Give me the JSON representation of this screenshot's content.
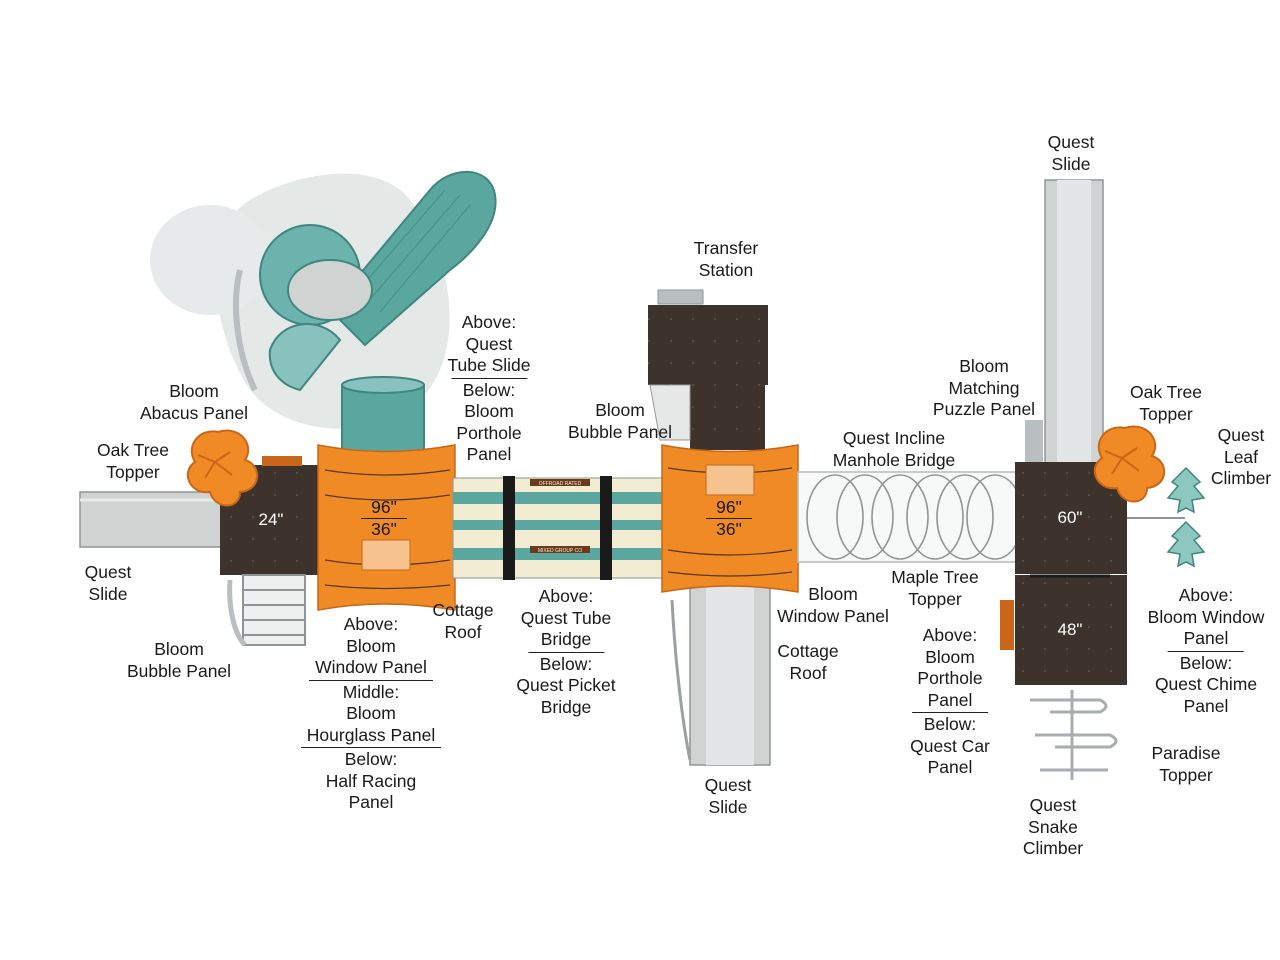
{
  "palette": {
    "deck": "#3d332c",
    "deck_dark": "#2a221d",
    "orange": "#f08a24",
    "orange_dark": "#c9661a",
    "teal": "#5aa7a0",
    "teal_dark": "#3f8680",
    "slide": "#cfd4d3",
    "metal": "#b9bec0",
    "cream": "#f2ecd2",
    "peach": "#f6c38e"
  },
  "decks": {
    "d24": "24\"",
    "d60": "60\"",
    "d48": "48\""
  },
  "roofs": {
    "left_top": "96\"",
    "left_bottom": "36\"",
    "right_top": "96\"",
    "right_bottom": "36\""
  },
  "labels": {
    "quest_slide_top": [
      "Quest",
      "Slide"
    ],
    "transfer_station": [
      "Transfer",
      "Station"
    ],
    "tube_slide": [
      [
        "Above:",
        "Quest",
        "Tube Slide"
      ],
      [
        "Below:",
        "Bloom",
        "Porthole",
        "Panel"
      ]
    ],
    "bloom_abacus": [
      "Bloom",
      "Abacus Panel"
    ],
    "oak_left": [
      "Oak Tree",
      "Topper"
    ],
    "quest_slide_left": [
      "Quest",
      "Slide"
    ],
    "bloom_bubble_left": [
      "Bloom",
      "Bubble Panel"
    ],
    "window_stack": [
      [
        "Above:",
        "Bloom",
        "Window Panel"
      ],
      [
        "Middle:",
        "Bloom",
        "Hourglass Panel"
      ],
      [
        "Below:",
        "Half Racing",
        "Panel"
      ]
    ],
    "cottage_left": [
      "Cottage",
      "Roof"
    ],
    "tube_bridge": [
      [
        "Above:",
        "Quest Tube",
        "Bridge"
      ],
      [
        "Below:",
        "Quest Picket",
        "Bridge"
      ]
    ],
    "bloom_bubble_mid": [
      "Bloom",
      "Bubble Panel"
    ],
    "quest_slide_mid": [
      "Quest",
      "Slide"
    ],
    "bloom_window_mid": [
      "Bloom",
      "Window Panel"
    ],
    "cottage_right": [
      "Cottage",
      "Roof"
    ],
    "incline_bridge": [
      "Quest Incline",
      "Manhole Bridge"
    ],
    "matching_puzzle": [
      "Bloom",
      "Matching",
      "Puzzle Panel"
    ],
    "oak_right": [
      "Oak Tree",
      "Topper"
    ],
    "leaf_climber": [
      "Quest",
      "Leaf",
      "Climber"
    ],
    "maple": [
      "Maple Tree",
      "Topper"
    ],
    "porthole_car": [
      [
        "Above:",
        "Bloom",
        "Porthole",
        "Panel"
      ],
      [
        "Below:",
        "Quest Car",
        "Panel"
      ]
    ],
    "window_chime": [
      [
        "Above:",
        "Bloom Window",
        "Panel"
      ],
      [
        "Below:",
        "Quest Chime",
        "Panel"
      ]
    ],
    "paradise": [
      "Paradise",
      "Topper"
    ],
    "snake_climber": [
      "Quest",
      "Snake",
      "Climber"
    ]
  },
  "bridge_signs": [
    "OFFROAD RATED",
    "MIXED GROUP CO"
  ]
}
